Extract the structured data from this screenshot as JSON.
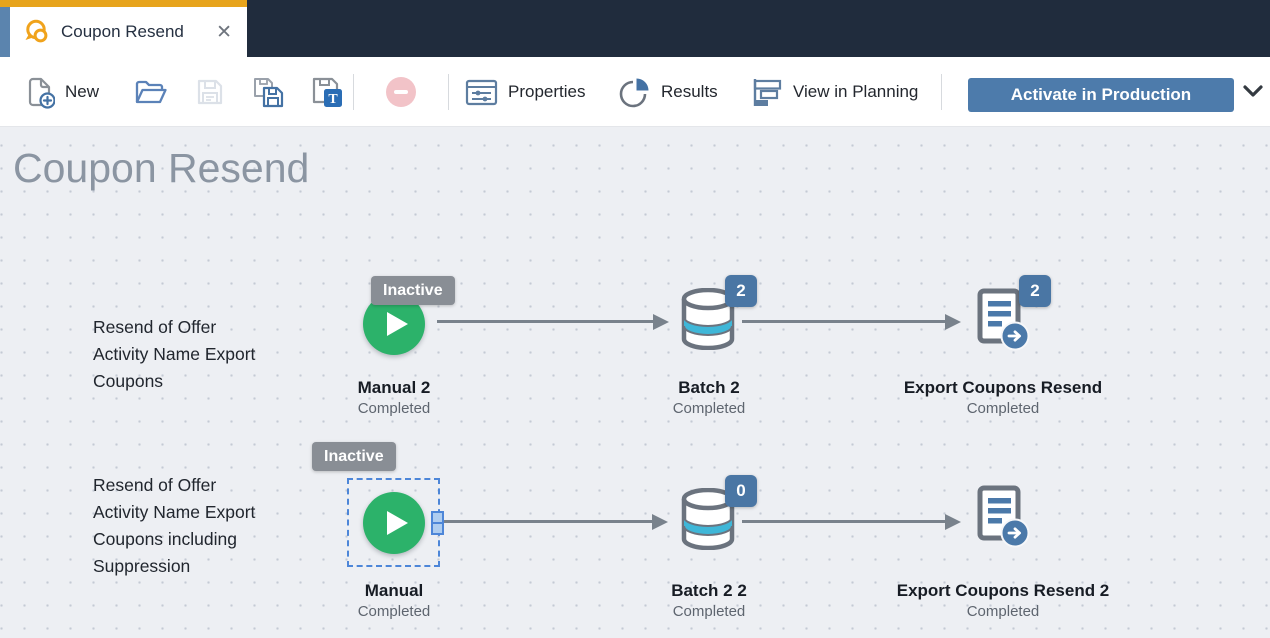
{
  "window": {
    "tab_title": "Coupon Resend",
    "close_glyph": "✕"
  },
  "toolbar": {
    "new": "New",
    "properties": "Properties",
    "results": "Results",
    "view_in_planning": "View in Planning",
    "activate": "Activate in Production",
    "template_letter": "T"
  },
  "canvas": {
    "title": "Coupon Resend",
    "rows": [
      {
        "description": "Resend of Offer\nActivity Name Export\nCoupons",
        "badge": "Inactive",
        "nodes": [
          {
            "label": "Manual 2",
            "status": "Completed"
          },
          {
            "label": "Batch 2",
            "status": "Completed",
            "count": "2"
          },
          {
            "label": "Export Coupons Resend",
            "status": "Completed",
            "count": "2"
          }
        ]
      },
      {
        "description": "Resend of Offer\nActivity Name Export\nCoupons including\nSuppression",
        "badge": "Inactive",
        "nodes": [
          {
            "label": "Manual",
            "status": "Completed"
          },
          {
            "label": "Batch 2 2",
            "status": "Completed",
            "count": "0"
          },
          {
            "label": "Export Coupons Resend 2",
            "status": "Completed"
          }
        ]
      }
    ]
  },
  "colors": {
    "accent_orange": "#e7a41c",
    "navy_bar": "#202c3d",
    "primary_blue": "#4a76a4",
    "button_blue": "#4d7bab",
    "node_green": "#2cb26a",
    "cylinder_cyan": "#3fb7d8",
    "inactive_grey": "#898e95",
    "selection_blue": "#4d86d8",
    "canvas_bg": "#edeff3"
  }
}
